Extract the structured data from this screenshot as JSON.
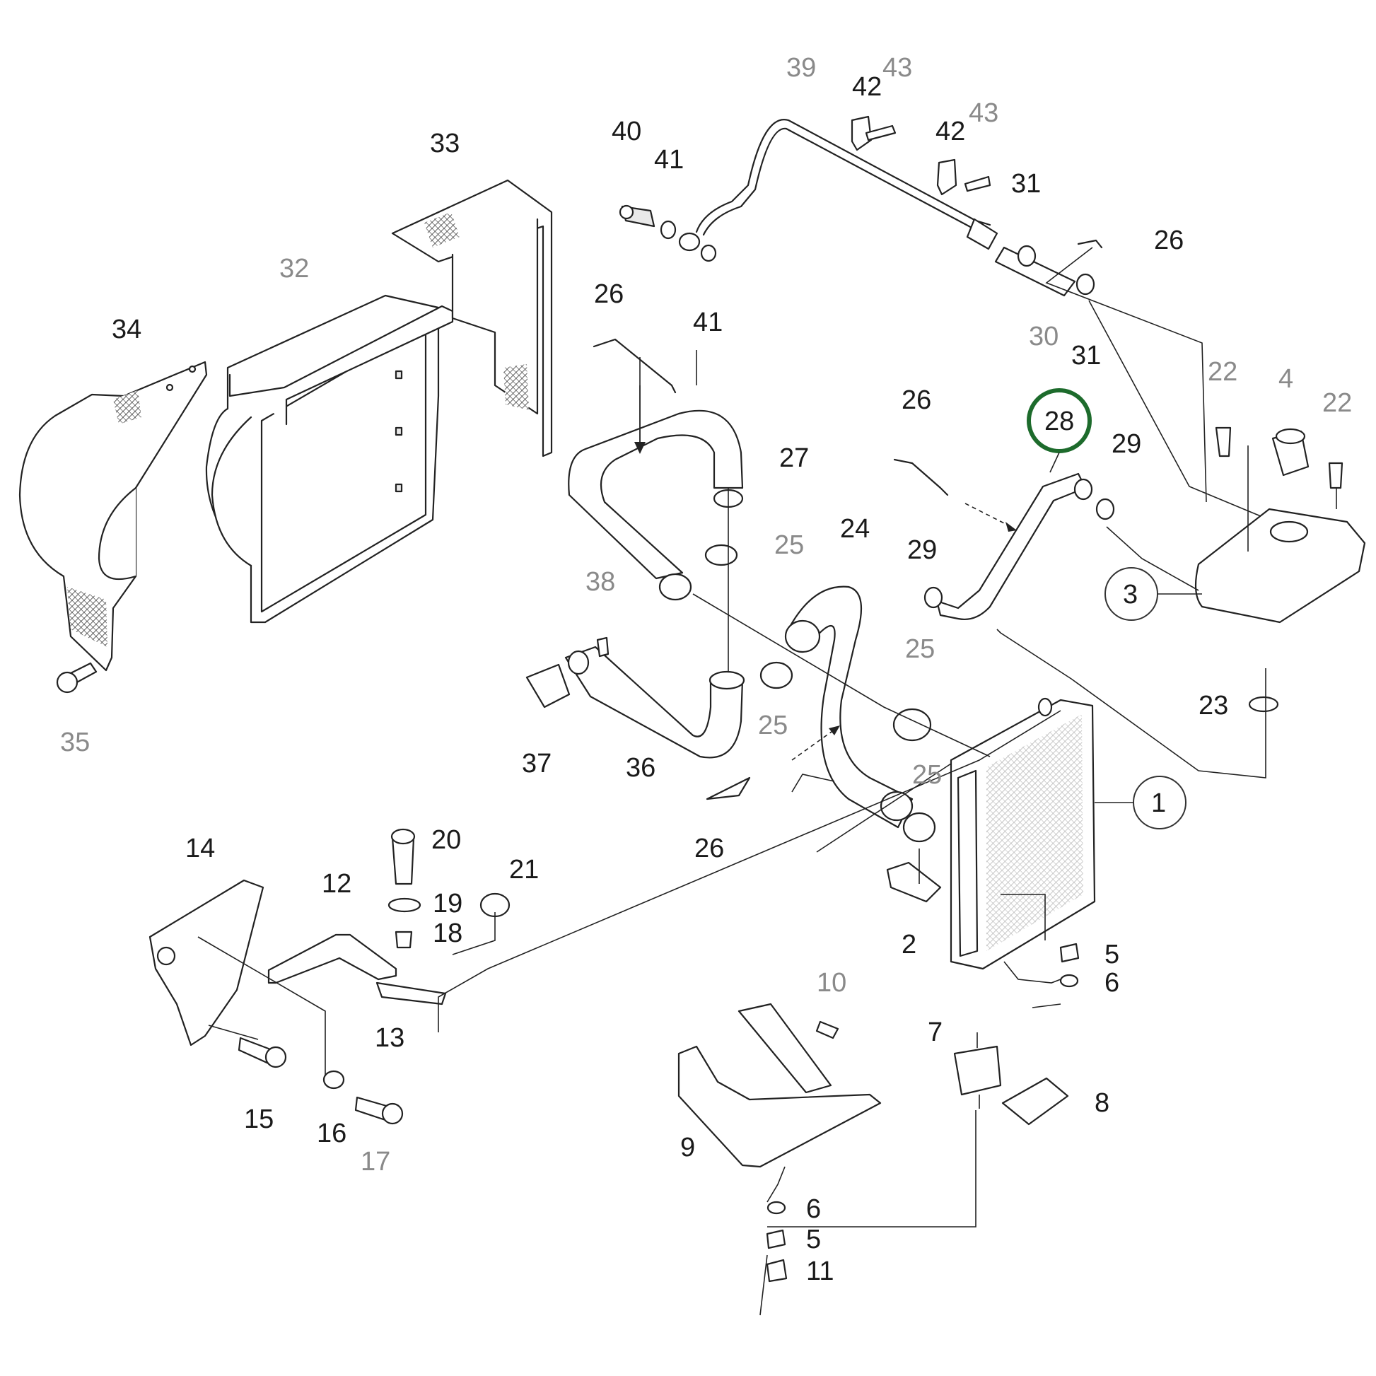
{
  "diagram": {
    "labels": [
      {
        "id": "l1",
        "text": "1",
        "style": "circle"
      },
      {
        "id": "l2",
        "text": "2"
      },
      {
        "id": "l3",
        "text": "3",
        "style": "circle"
      },
      {
        "id": "l4",
        "text": "4",
        "tone": "grey"
      },
      {
        "id": "l5a",
        "text": "5"
      },
      {
        "id": "l5b",
        "text": "5"
      },
      {
        "id": "l6a",
        "text": "6"
      },
      {
        "id": "l6b",
        "text": "6"
      },
      {
        "id": "l7",
        "text": "7"
      },
      {
        "id": "l8",
        "text": "8"
      },
      {
        "id": "l9",
        "text": "9"
      },
      {
        "id": "l10",
        "text": "10",
        "tone": "grey"
      },
      {
        "id": "l11",
        "text": "11"
      },
      {
        "id": "l12",
        "text": "12"
      },
      {
        "id": "l13",
        "text": "13"
      },
      {
        "id": "l14",
        "text": "14"
      },
      {
        "id": "l15",
        "text": "15"
      },
      {
        "id": "l16",
        "text": "16"
      },
      {
        "id": "l17",
        "text": "17",
        "tone": "grey"
      },
      {
        "id": "l18",
        "text": "18"
      },
      {
        "id": "l19",
        "text": "19"
      },
      {
        "id": "l20",
        "text": "20"
      },
      {
        "id": "l21",
        "text": "21"
      },
      {
        "id": "l22a",
        "text": "22",
        "tone": "grey"
      },
      {
        "id": "l22b",
        "text": "22",
        "tone": "grey"
      },
      {
        "id": "l23",
        "text": "23"
      },
      {
        "id": "l24",
        "text": "24"
      },
      {
        "id": "l25a",
        "text": "25",
        "tone": "grey"
      },
      {
        "id": "l25b",
        "text": "25",
        "tone": "grey"
      },
      {
        "id": "l25c",
        "text": "25",
        "tone": "grey"
      },
      {
        "id": "l25d",
        "text": "25",
        "tone": "grey"
      },
      {
        "id": "l26a",
        "text": "26"
      },
      {
        "id": "l26b",
        "text": "26"
      },
      {
        "id": "l26c",
        "text": "26"
      },
      {
        "id": "l26d",
        "text": "26"
      },
      {
        "id": "l27",
        "text": "27"
      },
      {
        "id": "l28",
        "text": "28",
        "style": "highlight"
      },
      {
        "id": "l29a",
        "text": "29"
      },
      {
        "id": "l29b",
        "text": "29"
      },
      {
        "id": "l30",
        "text": "30",
        "tone": "grey"
      },
      {
        "id": "l31a",
        "text": "31"
      },
      {
        "id": "l31b",
        "text": "31"
      },
      {
        "id": "l32",
        "text": "32",
        "tone": "grey"
      },
      {
        "id": "l33",
        "text": "33"
      },
      {
        "id": "l34",
        "text": "34"
      },
      {
        "id": "l35",
        "text": "35",
        "tone": "grey"
      },
      {
        "id": "l36",
        "text": "36"
      },
      {
        "id": "l37",
        "text": "37"
      },
      {
        "id": "l38",
        "text": "38",
        "tone": "grey"
      },
      {
        "id": "l39",
        "text": "39",
        "tone": "grey"
      },
      {
        "id": "l40",
        "text": "40"
      },
      {
        "id": "l41a",
        "text": "41"
      },
      {
        "id": "l41b",
        "text": "41"
      },
      {
        "id": "l42a",
        "text": "42"
      },
      {
        "id": "l42b",
        "text": "42"
      },
      {
        "id": "l43a",
        "text": "43",
        "tone": "grey"
      },
      {
        "id": "l43b",
        "text": "43",
        "tone": "grey"
      }
    ],
    "highlight_color": "#1d6b2c"
  }
}
